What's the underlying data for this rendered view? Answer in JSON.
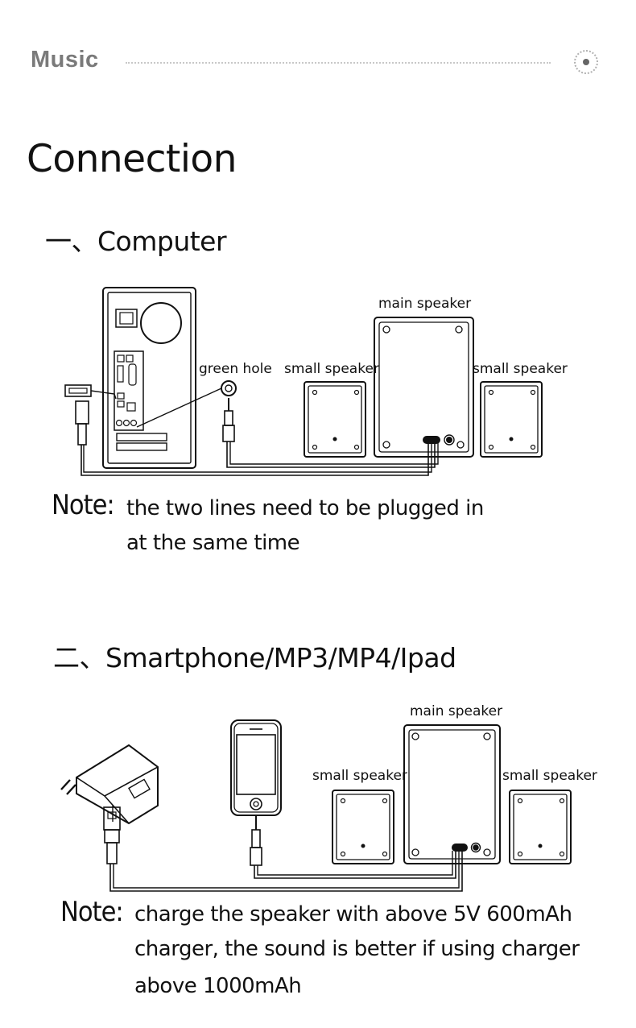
{
  "header": {
    "brand": "Music"
  },
  "page_title": "Connection",
  "computer_section": {
    "heading": "一、Computer",
    "labels": {
      "green_hole": "green hole",
      "main_speaker": "main speaker",
      "small_speaker_left": "small speaker",
      "small_speaker_right": "small speaker"
    },
    "note_label": "Note:",
    "note_line1": "the two lines need to be plugged in",
    "note_line2": "at the same time"
  },
  "phone_section": {
    "heading": "二、Smartphone/MP3/MP4/Ipad",
    "labels": {
      "main_speaker": "main speaker",
      "small_speaker_left": "small speaker",
      "small_speaker_right": "small speaker"
    },
    "note_label": "Note:",
    "note_line1": "charge the speaker with above 5V 600mAh",
    "note_line2": "charger, the sound is better if using charger",
    "note_line3": "above 1000mAh"
  }
}
